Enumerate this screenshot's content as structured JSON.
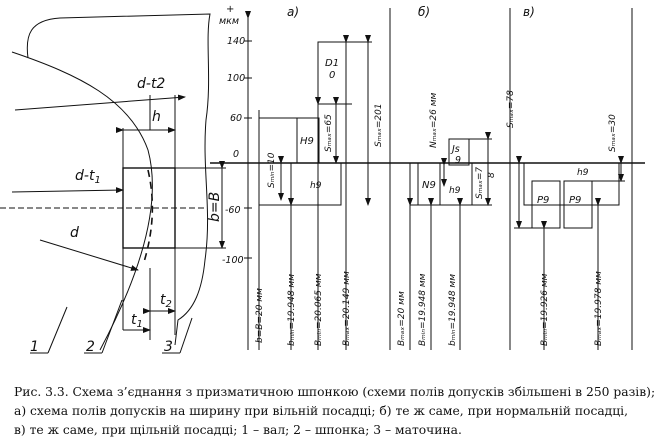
{
  "figure": {
    "parts": {
      "a": "а)",
      "b": "б)",
      "c": "в)"
    },
    "axis": {
      "plus": "+",
      "unit": "мкм",
      "ticks": [
        "140",
        "100",
        "60",
        "0",
        "-60",
        "-100"
      ]
    },
    "left": {
      "d_t2": "d-t2",
      "h": "h",
      "d_t1": "d-t",
      "d_t1_sub": "1",
      "d": "d",
      "b_eq_B": "b=B",
      "t2": "t",
      "t2_sub": "2",
      "t1": "t",
      "t1_sub": "1",
      "labels": [
        "1",
        "2",
        "3"
      ]
    },
    "a": {
      "D10": [
        "D1",
        "0"
      ],
      "H9": "H9",
      "h9": "h9",
      "s_min": "Sₘᵢₙ=10",
      "s_max65": "Sₘₐₓ=65",
      "s_max201": "Sₘₐₓ=201",
      "b_nom": "b=B=20 мм",
      "b_min": "bₘᵢₙ=19.948 мм",
      "B_min": "Bₘᵢₙ=20.065 мм",
      "B_max": "Bₘₐₓ=20.149 мм"
    },
    "b": {
      "N9": "N9",
      "Js9": [
        "Js",
        "9"
      ],
      "h9": "h9",
      "N_max": "Nₘₐₓ=26 мм",
      "S_max": "Sₘₐₓ=7",
      "S_max_sub": "8",
      "B_max": "Bₘₐₓ=20 мм",
      "B_min": "Bₘᵢₙ=19.948 мм",
      "b_min": "bₘᵢₙ=19.948 мм"
    },
    "c": {
      "h9": "h9",
      "P9_left": "P9",
      "P9_right": "P9",
      "S_max78": "Sₘₐₓ=78",
      "S_max30": "Sₘₐₓ=30",
      "B_min": "Bₘᵢₙ=19.926 мм",
      "B_max": "Bₘₐₓ=19.978 мм"
    }
  },
  "caption": {
    "line1": "Рис. 3.3. Схема з’єднання з призматичною шпонкою (схеми полів допусків збільшені в 250 разів);",
    "line2": "а) схема полів допусків на ширину при вільній посадці; б) те ж саме, при нормальній посадці,",
    "line3": "в) те ж саме, при щільній посадці; 1 – вал; 2 – шпонка; 3 – маточина."
  }
}
